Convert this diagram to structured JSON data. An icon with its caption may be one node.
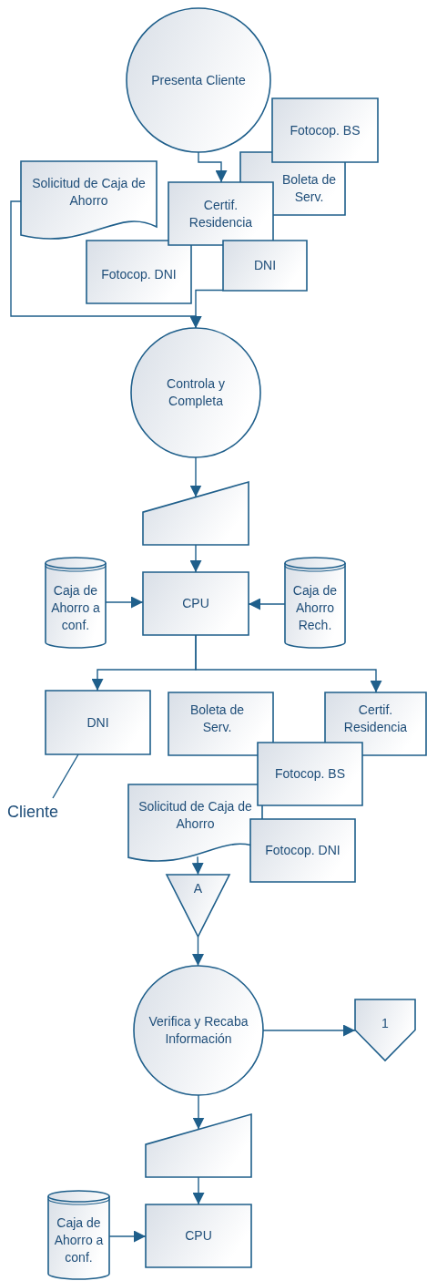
{
  "diagram": {
    "nodes": [
      {
        "text": [
          "Presenta Cliente"
        ]
      },
      {
        "text": [
          "Fotocop. BS"
        ]
      },
      {
        "text": [
          "Boleta de Serv."
        ]
      },
      {
        "text": [
          "Solicitud de Caja de Ahorro"
        ]
      },
      {
        "text": [
          "Certif. Residencia"
        ]
      },
      {
        "text": [
          "Fotocop. DNI"
        ]
      },
      {
        "text": [
          "DNI"
        ]
      },
      {
        "text": [
          "Controla y Completa"
        ]
      },
      {
        "text": [],
        "shape": "trapezoid"
      },
      {
        "text": [
          "Caja de Ahorro a conf."
        ]
      },
      {
        "text": [
          "CPU"
        ]
      },
      {
        "text": [
          "Caja de Ahorro Rech."
        ]
      },
      {
        "text": [
          "DNI"
        ]
      },
      {
        "text": [
          "Boleta de Serv."
        ]
      },
      {
        "text": [
          "Certif. Residencia"
        ]
      },
      {
        "text": [
          "Fotocop. BS"
        ]
      },
      {
        "text": [
          "Solicitud de Caja de Ahorro"
        ]
      },
      {
        "text": [
          "Fotocop. DNI"
        ]
      },
      {
        "text": [
          "A"
        ]
      },
      {
        "text": [
          "Cliente"
        ]
      },
      {
        "text": [
          "Verifica y Recaba Información"
        ]
      },
      {
        "text": [
          "1"
        ]
      },
      {
        "text": [],
        "shape": "trapezoid"
      },
      {
        "text": [
          "Caja de Ahorro a conf."
        ]
      },
      {
        "text": [
          "CPU"
        ]
      }
    ],
    "edges": [
      {
        "from": 0,
        "to": 4,
        "arrow": "to"
      },
      {
        "from": 3,
        "to": 7,
        "arrow": "to"
      },
      {
        "from": 6,
        "to": 7,
        "arrow": "to"
      },
      {
        "from": 7,
        "to": 8,
        "arrow": "to"
      },
      {
        "from": 8,
        "to": 10,
        "arrow": "to"
      },
      {
        "from": 9,
        "to": 10,
        "arrow": "to"
      },
      {
        "from": 11,
        "to": 10,
        "arrow": "to"
      },
      {
        "from": 10,
        "to": 12,
        "arrow": "to"
      },
      {
        "from": 10,
        "to": 14,
        "arrow": "to"
      },
      {
        "from": 16,
        "to": 18,
        "arrow": "to"
      },
      {
        "from": 18,
        "to": 20,
        "arrow": "to"
      },
      {
        "from": 20,
        "to": 21,
        "arrow": "to"
      },
      {
        "from": 20,
        "to": 22,
        "arrow": "to"
      },
      {
        "from": 22,
        "to": 24,
        "arrow": "to"
      },
      {
        "from": 23,
        "to": 24,
        "arrow": "to"
      },
      {
        "from": 19,
        "to": 12,
        "arrow": "none"
      }
    ]
  }
}
